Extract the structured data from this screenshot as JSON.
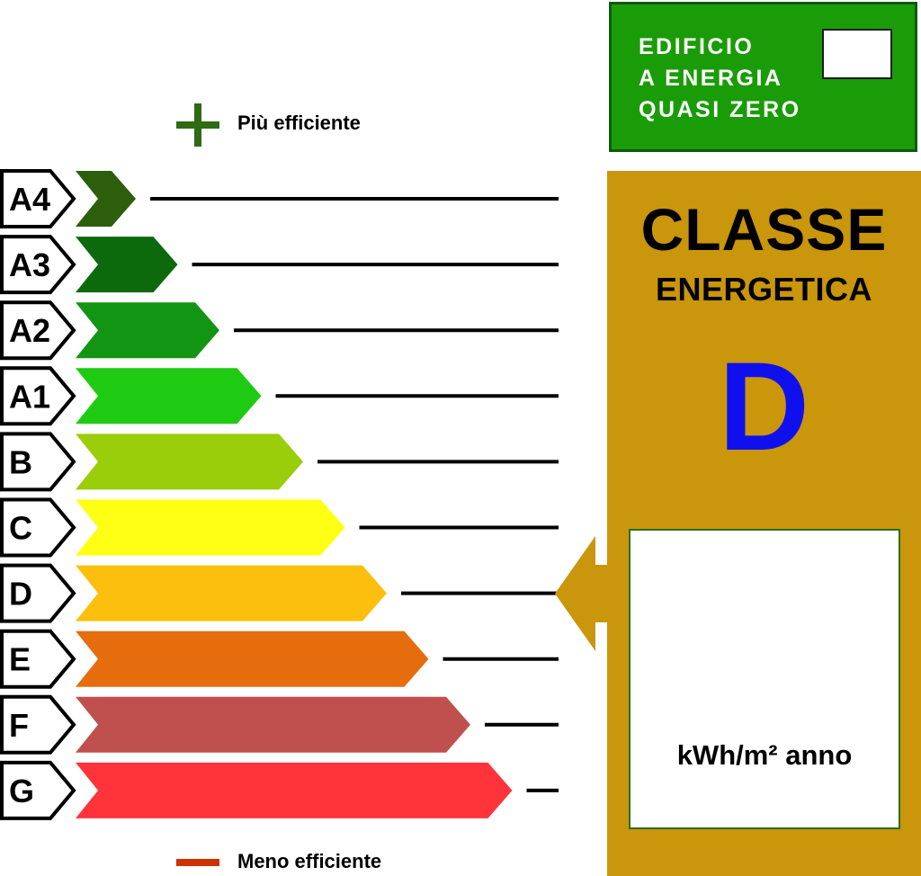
{
  "legend": {
    "more_efficient": "Più efficiente",
    "less_efficient": "Meno efficiente",
    "plus_color": "#2e6b14",
    "minus_color": "#cc3300"
  },
  "nzeb": {
    "lines": [
      "EDIFICIO",
      "A ENERGIA",
      "QUASI ZERO"
    ],
    "background": "#1a9c08",
    "checkbox_checked": false
  },
  "panel": {
    "title_line1": "CLASSE",
    "title_line2": "ENERGETICA",
    "current_class": "D",
    "current_class_color": "#1010ee",
    "background": "#c9960c",
    "unit": "kWh/m² anno",
    "value": ""
  },
  "classes": [
    {
      "label": "A4",
      "color": "#2c5e0b"
    },
    {
      "label": "A3",
      "color": "#0c6a0c"
    },
    {
      "label": "A2",
      "color": "#129512"
    },
    {
      "label": "A1",
      "color": "#1ecb12"
    },
    {
      "label": "B",
      "color": "#9acd0a"
    },
    {
      "label": "C",
      "color": "#ffff14"
    },
    {
      "label": "D",
      "color": "#fdbf0e"
    },
    {
      "label": "E",
      "color": "#e56d0d"
    },
    {
      "label": "F",
      "color": "#c0504d"
    },
    {
      "label": "G",
      "color": "#ff343a"
    }
  ]
}
